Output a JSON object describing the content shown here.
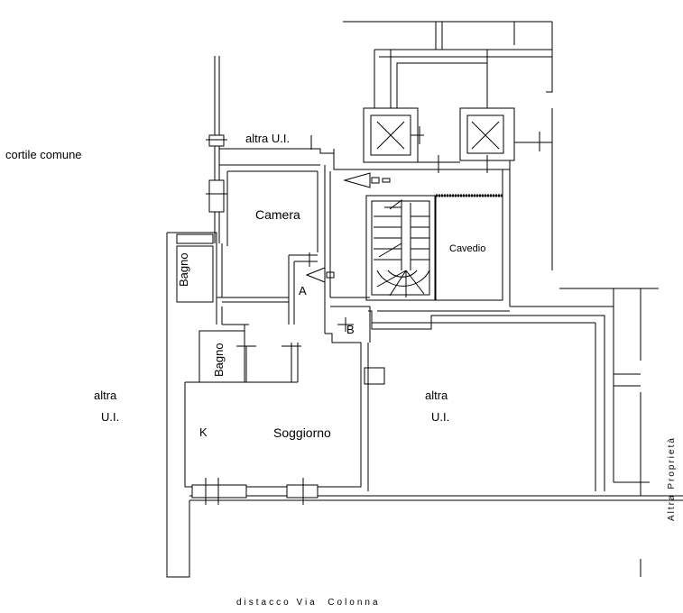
{
  "labels": {
    "cortile": "cortile comune",
    "altra_top": "altra U.I.",
    "camera": "Camera",
    "bagno1": "Bagno",
    "bagno2": "Bagno",
    "a": "A",
    "b": "B",
    "cavedio": "Cavedio",
    "altra_left_1": "altra",
    "altra_left_2": "U.I.",
    "altra_mid_1": "altra",
    "altra_mid_2": "U.I.",
    "k": "K",
    "soggiorno": "Soggiorno",
    "altra_proprieta": "Altra Proprietà",
    "distacco": "distacco Via  Colonna"
  }
}
